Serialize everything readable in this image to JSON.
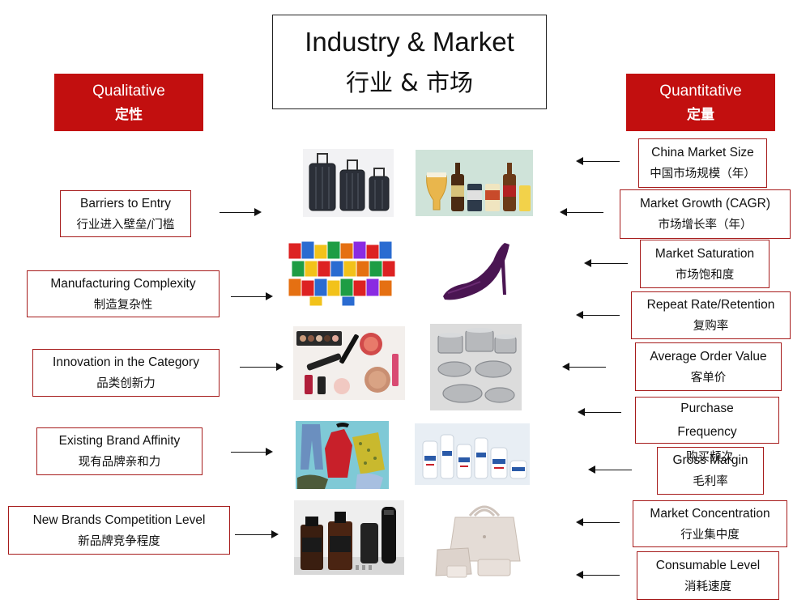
{
  "title": {
    "en": "Industry & Market",
    "zh": "行业 & 市场"
  },
  "headers": {
    "qualitative": {
      "en": "Qualitative",
      "zh": "定性"
    },
    "quantitative": {
      "en": "Quantitative",
      "zh": "定量"
    }
  },
  "qualitative_factors": [
    {
      "en": "Barriers to Entry",
      "zh": "行业进入壁垒/门槛"
    },
    {
      "en": "Manufacturing Complexity",
      "zh": "制造复杂性"
    },
    {
      "en": "Innovation in the Category",
      "zh": "品类创新力"
    },
    {
      "en": "Existing Brand Affinity",
      "zh": "现有品牌亲和力"
    },
    {
      "en": "New Brands Competition Level",
      "zh": "新品牌竞争程度"
    }
  ],
  "quantitative_factors": [
    {
      "en": "China Market Size",
      "zh": "中国市场规模（年）"
    },
    {
      "en": "Market Growth (CAGR)",
      "zh": "市场增长率（年）"
    },
    {
      "en": "Market Saturation",
      "zh": "市场饱和度"
    },
    {
      "en": "Repeat Rate/Retention",
      "zh": "复购率"
    },
    {
      "en": "Average Order Value",
      "zh": "客单价"
    },
    {
      "en": "Purchase",
      "en2": "Frequency",
      "zh": "购买频次"
    },
    {
      "en": "Gross Margin",
      "zh": "毛利率"
    },
    {
      "en": "Market Concentration",
      "zh": "行业集中度"
    },
    {
      "en": "Consumable  Level",
      "zh": "消耗速度"
    }
  ],
  "images": [
    {
      "name": "luggage-image"
    },
    {
      "name": "beer-image"
    },
    {
      "name": "snacks-image"
    },
    {
      "name": "heel-shoe-image"
    },
    {
      "name": "cosmetics-image"
    },
    {
      "name": "cookware-image"
    },
    {
      "name": "apparel-image"
    },
    {
      "name": "skincare-image"
    },
    {
      "name": "mens-grooming-image"
    },
    {
      "name": "handbags-image"
    }
  ],
  "colors": {
    "accent": "#c20f0f",
    "border": "#a61b1b"
  }
}
